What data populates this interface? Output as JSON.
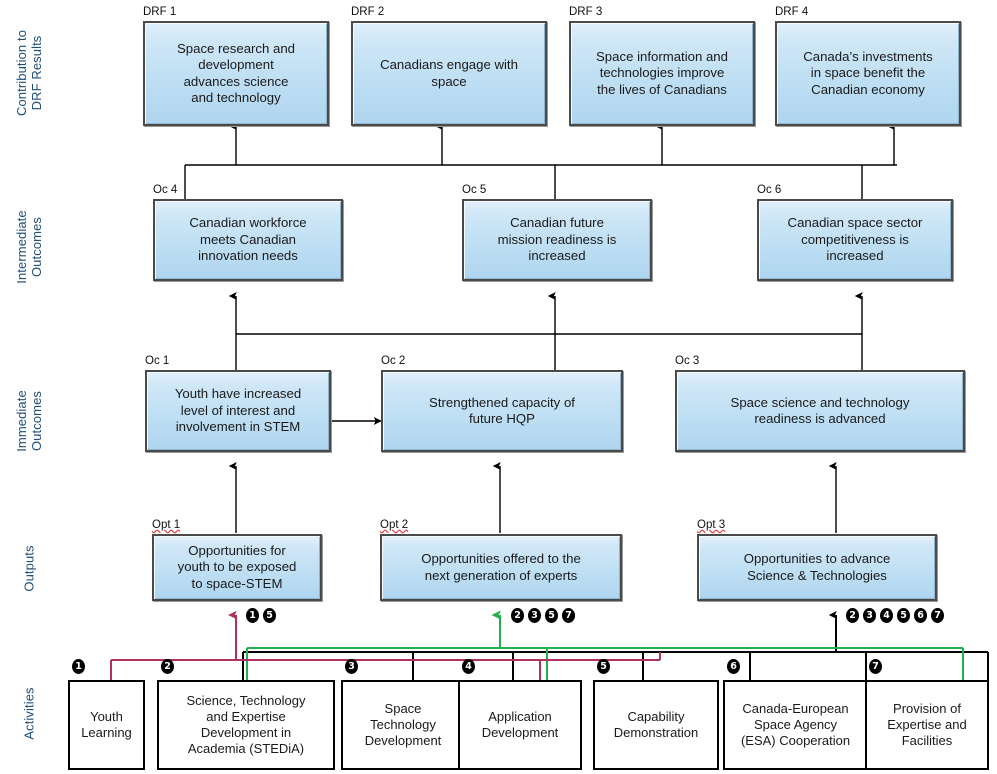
{
  "diagram": {
    "title": "Canadian Space Agency Logic Model",
    "colors": {
      "row_label": "#1f4e79",
      "node_fill": "#bddef3",
      "node_border": "#4a4a4a",
      "activity_border": "#000000",
      "wire_black": "#000000",
      "wire_green": "#22b14c",
      "wire_magenta": "#b03060"
    }
  },
  "row_labels": [
    {
      "id": "contribution",
      "text": "Contribution to\nDRF Results"
    },
    {
      "id": "intermediate",
      "text": "Intermediate\nOutcomes"
    },
    {
      "id": "immediate",
      "text": "Immediate\nOutcomes"
    },
    {
      "id": "outputs",
      "text": "Outputs"
    },
    {
      "id": "activities",
      "text": "Activities"
    }
  ],
  "drf_results": [
    {
      "code": "DRF 1",
      "text": "Space research and\ndevelopment\nadvances science\nand technology"
    },
    {
      "code": "DRF 2",
      "text": "Canadians engage with\nspace"
    },
    {
      "code": "DRF 3",
      "text": "Space information and\ntechnologies improve\nthe lives of Canadians"
    },
    {
      "code": "DRF 4",
      "text": "Canada’s investments\nin space benefit the\nCanadian economy"
    }
  ],
  "intermediate_outcomes": [
    {
      "code": "Oc 4",
      "text": "Canadian workforce\nmeets Canadian\ninnovation needs"
    },
    {
      "code": "Oc 5",
      "text": "Canadian future\nmission readiness is\nincreased"
    },
    {
      "code": "Oc 6",
      "text": "Canadian space sector\ncompetitiveness is\nincreased"
    }
  ],
  "immediate_outcomes": [
    {
      "code": "Oc 1",
      "text": "Youth have increased\nlevel of interest and\ninvolvement in STEM"
    },
    {
      "code": "Oc 2",
      "text": "Strengthened capacity of\nfuture HQP"
    },
    {
      "code": "Oc 3",
      "text": "Space science and technology\nreadiness is advanced"
    }
  ],
  "outputs": [
    {
      "code": "Opt 1",
      "text": "Opportunities for\nyouth to be exposed\nto space-STEM",
      "badges": [
        "1",
        "5"
      ],
      "arrow_color": "#b03060"
    },
    {
      "code": "Opt 2",
      "text": "Opportunities offered to the\nnext generation of experts",
      "badges": [
        "2",
        "3",
        "5",
        "7"
      ],
      "arrow_color": "#22b14c"
    },
    {
      "code": "Opt 3",
      "text": "Opportunities to advance\nScience & Technologies",
      "badges": [
        "2",
        "3",
        "4",
        "5",
        "6",
        "7"
      ],
      "arrow_color": "#000000"
    }
  ],
  "activities": [
    {
      "num": "1",
      "text": "Youth\nLearning"
    },
    {
      "num": "2",
      "text": "Science, Technology\nand Expertise\nDevelopment in\nAcademia (STEDiA)"
    },
    {
      "num": "3",
      "text": "Space\nTechnology\nDevelopment"
    },
    {
      "num": "4",
      "text": "Application\nDevelopment"
    },
    {
      "num": "5",
      "text": "Capability\nDemonstration"
    },
    {
      "num": "6",
      "text": "Canada-European\nSpace Agency\n(ESA) Cooperation"
    },
    {
      "num": "7",
      "text": "Provision of\nExpertise and\nFacilities"
    }
  ]
}
